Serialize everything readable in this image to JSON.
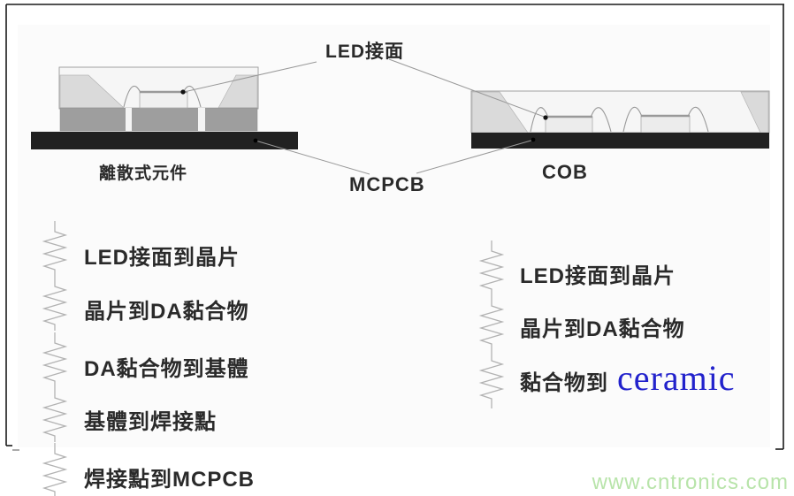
{
  "diagram": {
    "junction_label": "LED接面",
    "mcpcb_label": "MCPCB",
    "packages": {
      "discrete": {
        "caption": "離散式元件"
      },
      "cob": {
        "caption": "COB"
      }
    }
  },
  "discrete_chain": {
    "items": [
      "LED接面到晶片",
      "晶片到DA黏合物",
      "DA黏合物到基體",
      "基體到焊接點",
      "焊接點到MCPCB"
    ]
  },
  "cob_chain": {
    "items": [
      "LED接面到晶片",
      "晶片到DA黏合物"
    ],
    "item3_prefix": "黏合物到",
    "item3_highlight": "ceramic"
  },
  "watermark": {
    "text": "www.cntronics.com"
  },
  "colors": {
    "ceramic_highlight": "#2222cc",
    "watermark_green": "#b8e4aa",
    "package_black": "#212121",
    "substrate_gray": "#9e9e9e",
    "reflector_wall_gray": "#dadada",
    "encapsulation_white": "#f6f6f6",
    "annotation_line_gray": "#999999",
    "resistor_gray": "#b2b2b2",
    "text_dark": "#2a2a2a"
  }
}
